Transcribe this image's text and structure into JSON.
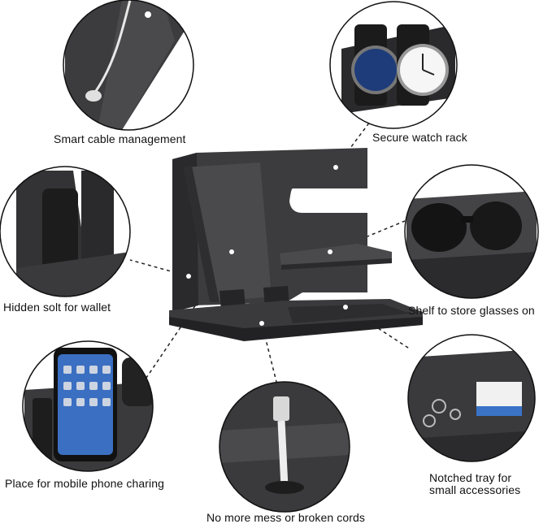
{
  "callouts": {
    "cable": "Smart cable management",
    "watch": "Secure watch rack",
    "wallet": "Hidden solt for wallet",
    "glasses": "Shelf to store glasses on",
    "phone": "Place for mobile phone charing",
    "cords": "No more mess or broken cords",
    "tray_line1": "Notched tray for",
    "tray_line2": "small accessories"
  },
  "colors": {
    "wood": "#3b3b3d",
    "wood_dark": "#242426",
    "wood_light": "#555558",
    "line": "#222222"
  }
}
